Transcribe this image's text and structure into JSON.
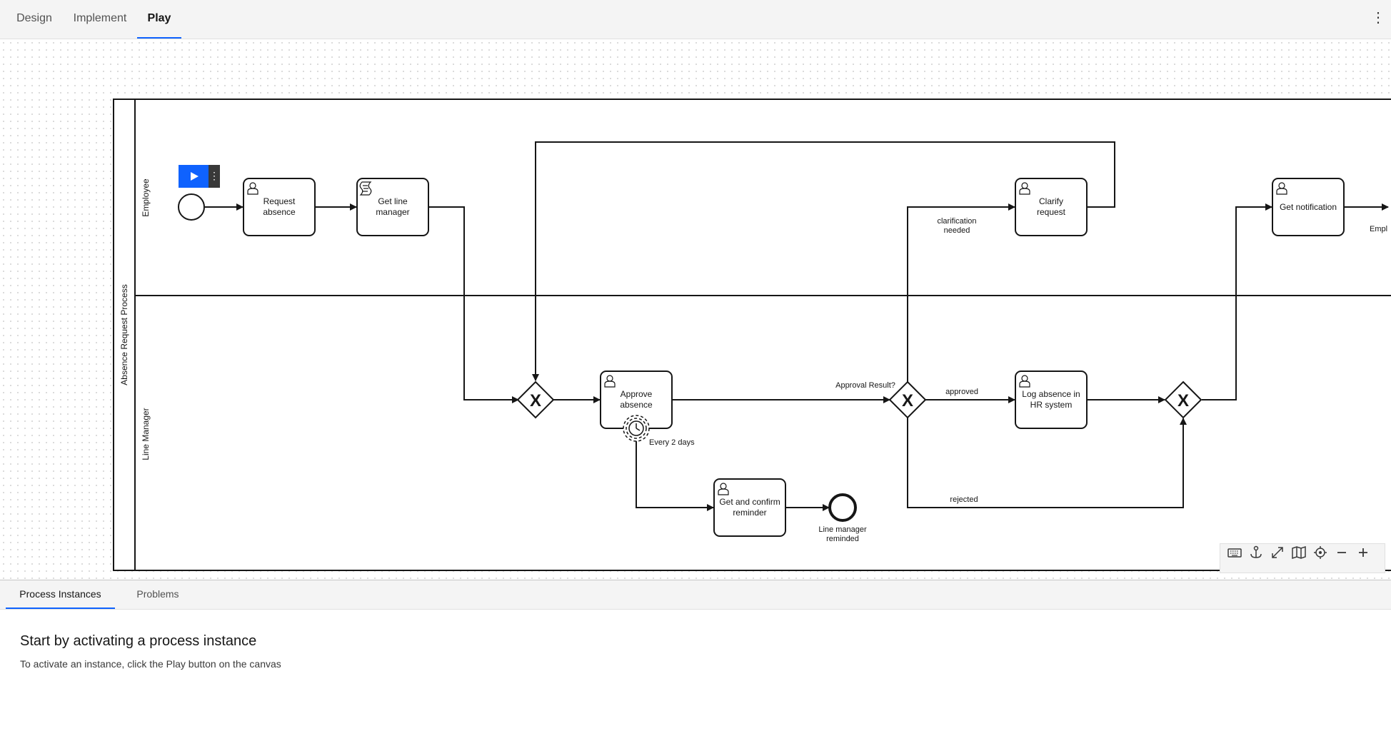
{
  "tabs": [
    {
      "label": "Design"
    },
    {
      "label": "Implement"
    },
    {
      "label": "Play"
    }
  ],
  "menu": {
    "icon": "overflow-menu-vertical-icon",
    "glyph": "⋮"
  },
  "diagram": {
    "pool_label": "Absence Request Process",
    "lanes": {
      "employee": "Employee",
      "manager": "Line Manager"
    },
    "tasks": {
      "request_absence": [
        "Request",
        "absence"
      ],
      "get_line_manager": [
        "Get line",
        "manager"
      ],
      "approve_absence": [
        "Approve",
        "absence"
      ],
      "clarify_request": [
        "Clarify",
        "request"
      ],
      "log_absence": [
        "Log absence in",
        "HR system"
      ],
      "get_notification": [
        "Get notification"
      ],
      "get_confirm_reminder": [
        "Get and confirm",
        "reminder"
      ]
    },
    "timer_label": "Every 2 days",
    "end_event_label": [
      "Line manager",
      "reminded"
    ],
    "gateway_label": "Approval Result?",
    "flows": {
      "clarification": [
        "clarification",
        "needed"
      ],
      "approved": "approved",
      "rejected": "rejected",
      "cut_label": "Empl"
    },
    "gateway_marker": "X"
  },
  "play": {
    "more_glyph": "⋮"
  },
  "zoom": {
    "icons": [
      "keyboard-icon",
      "center-anchor-icon",
      "fit-screen-icon",
      "minimap-icon",
      "focus-target-icon",
      "zoom-out-icon",
      "zoom-in-icon"
    ]
  },
  "bottom": {
    "tabs": [
      {
        "label": "Process Instances"
      },
      {
        "label": "Problems"
      }
    ],
    "empty_title": "Start by activating a process instance",
    "empty_desc": "To activate an instance, click the Play button on the canvas"
  }
}
